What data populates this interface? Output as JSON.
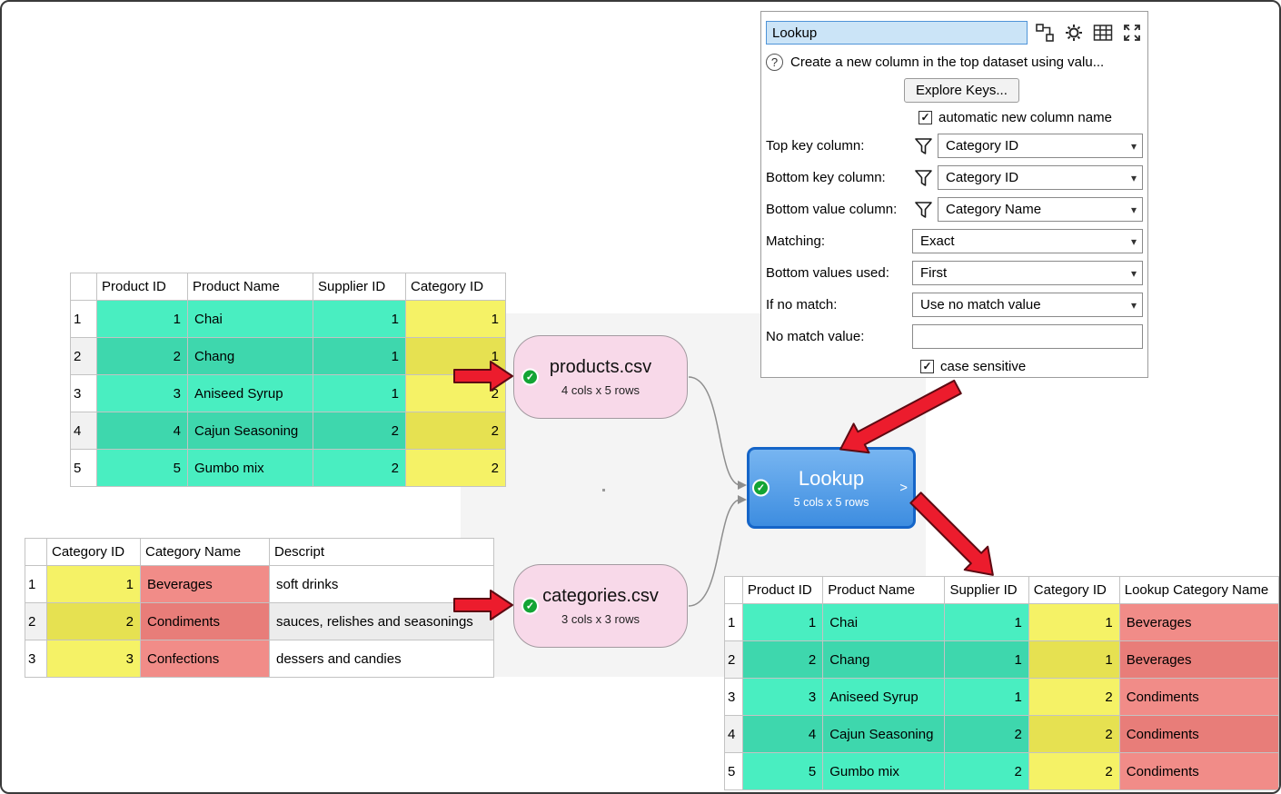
{
  "colors": {
    "mint": "#49eec1",
    "mint_alt": "#3ed7ad",
    "yellow": "#f5f266",
    "yellow_alt": "#e6e151",
    "coral": "#f18c88",
    "coral_alt": "#e87d79",
    "node_pink": "#f8d9e9",
    "lookup_blue": "#3d8de0",
    "lookup_border": "#1565c8",
    "arrow_red": "#ec1c2d",
    "check_green": "#13a434",
    "title_input_bg": "#cbe4f7"
  },
  "panel": {
    "title_value": "Lookup",
    "help_text": "Create a new column in the top dataset using valu...",
    "explore_keys_label": "Explore Keys...",
    "auto_column_label": "automatic new column name",
    "fields": [
      {
        "label": "Top key column:",
        "value": "Category ID"
      },
      {
        "label": "Bottom key column:",
        "value": "Category ID"
      },
      {
        "label": "Bottom value column:",
        "value": "Category Name"
      },
      {
        "label": "Matching:",
        "value": "Exact"
      },
      {
        "label": "Bottom values used:",
        "value": "First"
      },
      {
        "label": "If no match:",
        "value": "Use no match value"
      }
    ],
    "no_match_label": "No match value:",
    "no_match_value": "",
    "case_sensitive_label": "case sensitive"
  },
  "flow": {
    "products_node": {
      "label": "products.csv",
      "stats": "4 cols x 5 rows"
    },
    "categories_node": {
      "label": "categories.csv",
      "stats": "3 cols x 3 rows"
    },
    "lookup_node": {
      "label": "Lookup",
      "stats": "5 cols x 5 rows",
      "output_chevron": ">"
    }
  },
  "products_table": {
    "headers": [
      "",
      "Product ID",
      "Product Name",
      "Supplier ID",
      "Category ID"
    ],
    "col_colors": [
      "rownum",
      "mint",
      "mint",
      "mint",
      "yellow"
    ],
    "col_aligns": [
      "left",
      "right",
      "left",
      "right",
      "right"
    ],
    "rows": [
      [
        "1",
        "1",
        "Chai",
        "1",
        "1"
      ],
      [
        "2",
        "2",
        "Chang",
        "1",
        "1"
      ],
      [
        "3",
        "3",
        "Aniseed Syrup",
        "1",
        "2"
      ],
      [
        "4",
        "4",
        "Cajun Seasoning",
        "2",
        "2"
      ],
      [
        "5",
        "5",
        "Gumbo mix",
        "2",
        "2"
      ]
    ]
  },
  "categories_table": {
    "headers": [
      "",
      "Category ID",
      "Category Name",
      "Descript"
    ],
    "col_colors": [
      "rownum",
      "yellow",
      "coral",
      "plain"
    ],
    "col_aligns": [
      "left",
      "right",
      "left",
      "left"
    ],
    "rows": [
      [
        "1",
        "1",
        "Beverages",
        "soft drinks"
      ],
      [
        "2",
        "2",
        "Condiments",
        "sauces, relishes and seasonings"
      ],
      [
        "3",
        "3",
        "Confections",
        "dessers and candies"
      ]
    ]
  },
  "result_table": {
    "headers": [
      "",
      "Product ID",
      "Product Name",
      "Supplier ID",
      "Category ID",
      "Lookup Category Name"
    ],
    "col_colors": [
      "rownum",
      "mint",
      "mint",
      "mint",
      "yellow",
      "coral"
    ],
    "col_aligns": [
      "left",
      "right",
      "left",
      "right",
      "right",
      "left"
    ],
    "rows": [
      [
        "1",
        "1",
        "Chai",
        "1",
        "1",
        "Beverages"
      ],
      [
        "2",
        "2",
        "Chang",
        "1",
        "1",
        "Beverages"
      ],
      [
        "3",
        "3",
        "Aniseed Syrup",
        "1",
        "2",
        "Condiments"
      ],
      [
        "4",
        "4",
        "Cajun Seasoning",
        "2",
        "2",
        "Condiments"
      ],
      [
        "5",
        "5",
        "Gumbo mix",
        "2",
        "2",
        "Condiments"
      ]
    ]
  }
}
